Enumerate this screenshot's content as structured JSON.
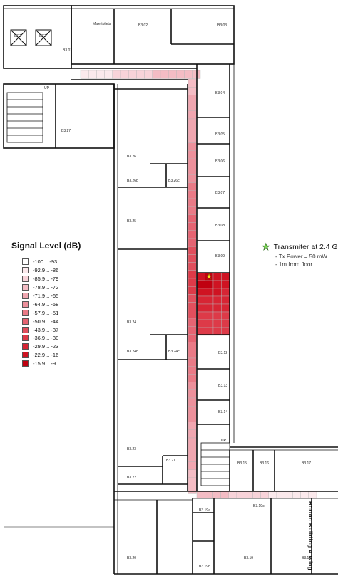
{
  "legend": {
    "title": "Signal Level (dB)",
    "levels": [
      {
        "label": "-100 .. -93",
        "color": "#ffffff"
      },
      {
        "label": "-92.9 .. -86",
        "color": "#fbe9ec"
      },
      {
        "label": "-85.9 .. -79",
        "color": "#f8d3d9"
      },
      {
        "label": "-78.9 .. -72",
        "color": "#f4bcc4"
      },
      {
        "label": "-71.9 .. -65",
        "color": "#f0a6b0"
      },
      {
        "label": "-64.9 .. -58",
        "color": "#ec909b"
      },
      {
        "label": "-57.9 .. -51",
        "color": "#e97a86"
      },
      {
        "label": "-50.9 .. -44",
        "color": "#e56472"
      },
      {
        "label": "-43.9 .. -37",
        "color": "#e14f5d"
      },
      {
        "label": "-36.9 .. -30",
        "color": "#dd3a48"
      },
      {
        "label": "-29.9 .. -23",
        "color": "#d72534"
      },
      {
        "label": "-22.9 .. -16",
        "color": "#cf1322"
      },
      {
        "label": "-15.9 .. -9",
        "color": "#c00010"
      }
    ]
  },
  "transmitter": {
    "title": "Transmiter at 2.4 G",
    "icon": "star-icon",
    "icon_color": "#7ed957",
    "details": [
      "- Tx Power = 50 mW",
      "- 1m from floor"
    ]
  },
  "building_label": "Horton Building A Wing",
  "rooms": {
    "male_toilets": "Male toilets",
    "lift1": "LIFT",
    "lift2": "LIFT",
    "b3_01": "B3.01",
    "b3_02": "B3.02",
    "b3_03": "B3.03",
    "b3_04": "B3.04",
    "b3_05": "B3.05",
    "b3_06": "B3.06",
    "b3_07": "B3.07",
    "b3_08": "B3.08",
    "b3_09": "B3.09",
    "b3_12": "B3.12",
    "b3_13": "B3.13",
    "b3_14": "B3.14",
    "b3_15": "B3.15",
    "b3_16": "B3.16",
    "b3_17": "B3.17",
    "b3_18": "B3.18",
    "b3_19": "B3.19",
    "b3_19a": "B3.19a",
    "b3_19b": "B3.19b",
    "b3_19c": "B3.19c",
    "b3_20": "B3.20",
    "b3_21": "B3.21",
    "b3_22": "B3.22",
    "b3_23": "B3.23",
    "b3_24": "B3.24",
    "b3_24b": "B3.24b",
    "b3_24c": "B3.24c",
    "b3_25": "B3.25",
    "b3_26": "B3.26",
    "b3_26b": "B3.26b",
    "b3_26c": "B3.26c",
    "b3_27": "B3.27",
    "up1": "UP",
    "up2": "UP"
  }
}
